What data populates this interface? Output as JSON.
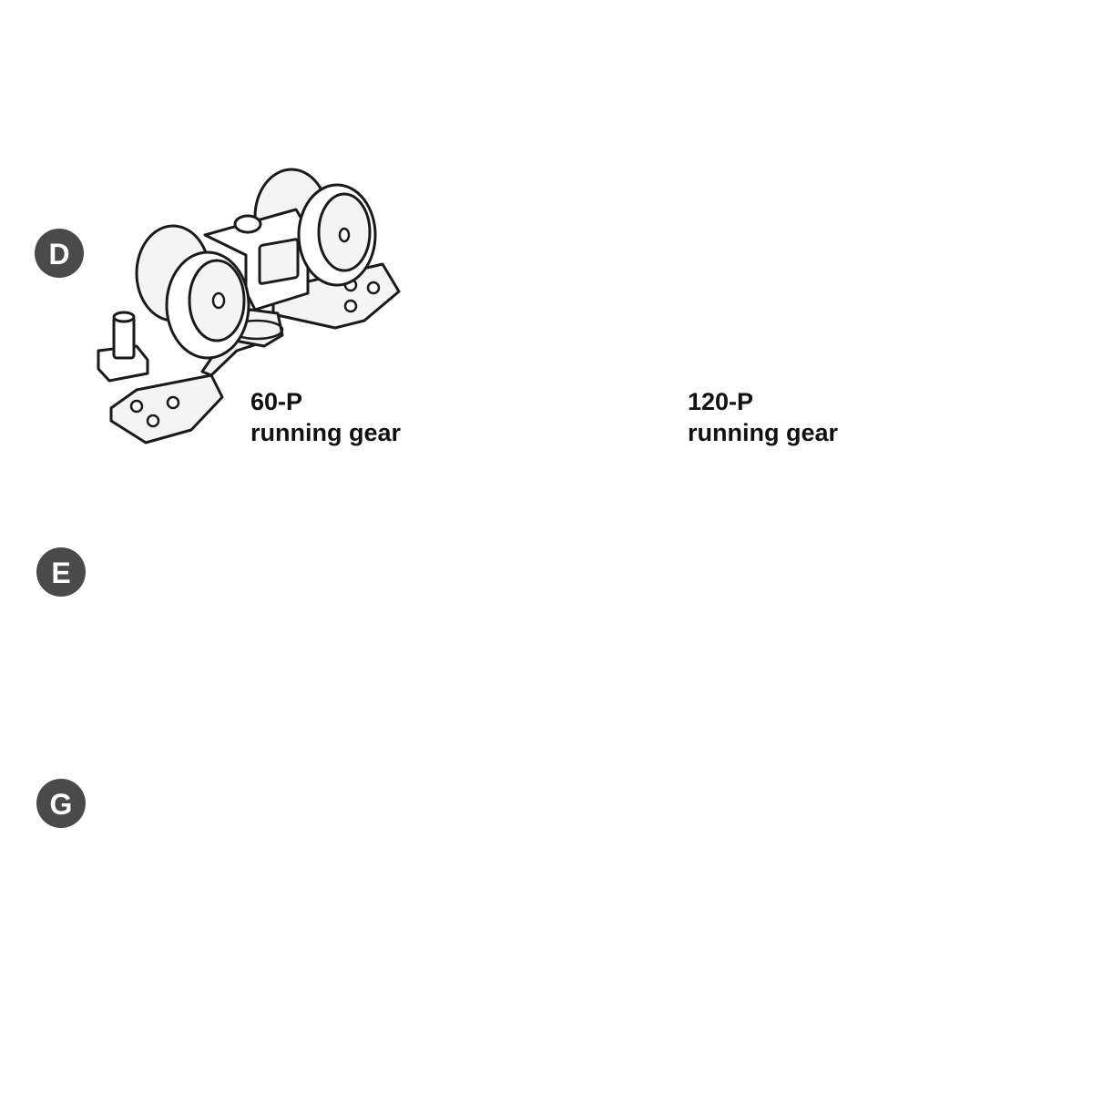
{
  "badges": {
    "d": "D",
    "e": "E",
    "g": "G"
  },
  "captions": {
    "gear60": {
      "model": "60-P",
      "desc": "running gear"
    },
    "gear120": {
      "model": "120-P",
      "desc": "running gear"
    }
  },
  "colors": {
    "badge_fill": "#4a4a4a",
    "line": "#1a1a1a",
    "part_fill": "#f4f4f4",
    "background": "#ffffff"
  }
}
